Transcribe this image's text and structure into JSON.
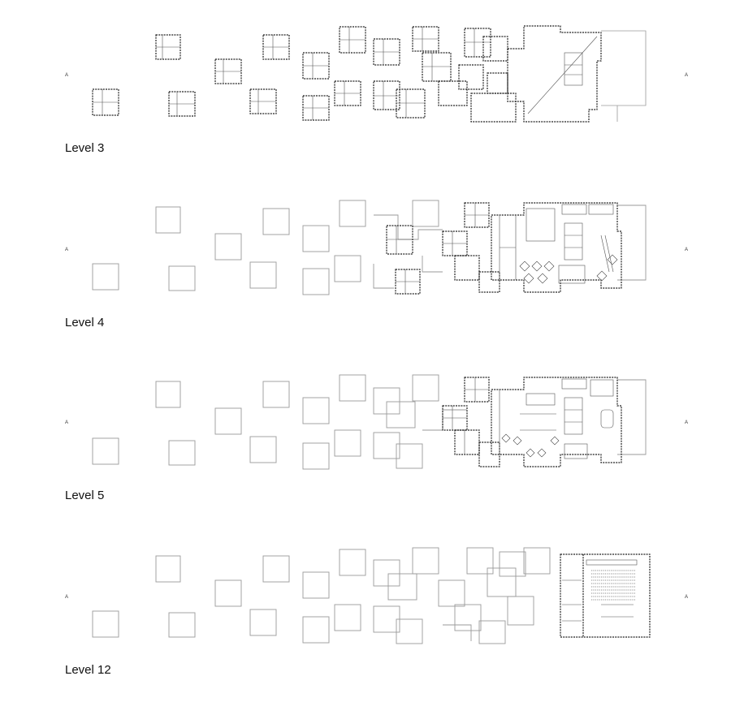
{
  "levels": [
    {
      "label": "Level 3"
    },
    {
      "label": "Level 4"
    },
    {
      "label": "Level 5"
    },
    {
      "label": "Level 12"
    }
  ],
  "section_marker": "A",
  "colors": {
    "ink": "#222222",
    "outline": "#9a9a9a",
    "faint": "#c8c8c8"
  }
}
